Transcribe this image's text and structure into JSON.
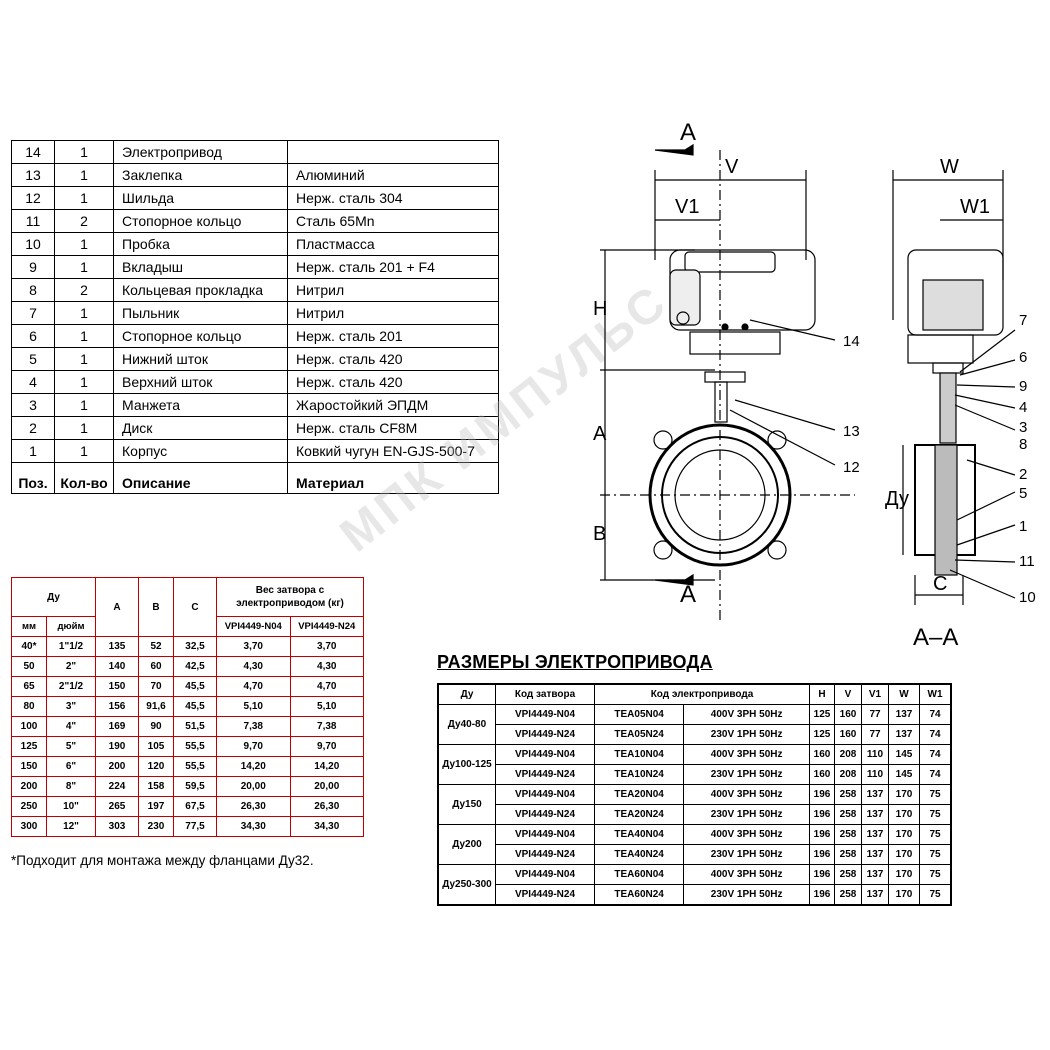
{
  "parts": {
    "rows": [
      {
        "pos": "14",
        "qty": "1",
        "desc": "Электропривод",
        "mat": ""
      },
      {
        "pos": "13",
        "qty": "1",
        "desc": "Заклепка",
        "mat": "Алюминий"
      },
      {
        "pos": "12",
        "qty": "1",
        "desc": "Шильда",
        "mat": "Нерж. сталь 304"
      },
      {
        "pos": "11",
        "qty": "2",
        "desc": "Стопорное кольцо",
        "mat": "Сталь 65Mn"
      },
      {
        "pos": "10",
        "qty": "1",
        "desc": "Пробка",
        "mat": "Пластмасса"
      },
      {
        "pos": "9",
        "qty": "1",
        "desc": "Вкладыш",
        "mat": "Нерж. сталь 201 + F4"
      },
      {
        "pos": "8",
        "qty": "2",
        "desc": "Кольцевая прокладка",
        "mat": "Нитрил"
      },
      {
        "pos": "7",
        "qty": "1",
        "desc": "Пыльник",
        "mat": "Нитрил"
      },
      {
        "pos": "6",
        "qty": "1",
        "desc": "Стопорное кольцо",
        "mat": "Нерж. сталь 201"
      },
      {
        "pos": "5",
        "qty": "1",
        "desc": "Нижний шток",
        "mat": "Нерж. сталь 420"
      },
      {
        "pos": "4",
        "qty": "1",
        "desc": "Верхний шток",
        "mat": "Нерж. сталь 420"
      },
      {
        "pos": "3",
        "qty": "1",
        "desc": "Манжета",
        "mat": "Жаростойкий ЭПДМ"
      },
      {
        "pos": "2",
        "qty": "1",
        "desc": "Диск",
        "mat": "Нерж. сталь CF8M"
      },
      {
        "pos": "1",
        "qty": "1",
        "desc": "Корпус",
        "mat": "Ковкий чугун EN-GJS-500-7"
      }
    ],
    "header": {
      "pos": "Поз.",
      "qty": "Кол-во",
      "desc": "Описание",
      "mat": "Материал"
    }
  },
  "dims": {
    "h_dn": "Ду",
    "h_a": "A",
    "h_b": "B",
    "h_c": "C",
    "h_weight": "Вес затвора с электроприводом (кг)",
    "h_mm": "мм",
    "h_inch": "дюйм",
    "h_n04": "VPI4449-N04",
    "h_n24": "VPI4449-N24",
    "rows": [
      {
        "mm": "40*",
        "inch": "1\"1/2",
        "a": "135",
        "b": "52",
        "c": "32,5",
        "w1": "3,70",
        "w2": "3,70"
      },
      {
        "mm": "50",
        "inch": "2\"",
        "a": "140",
        "b": "60",
        "c": "42,5",
        "w1": "4,30",
        "w2": "4,30"
      },
      {
        "mm": "65",
        "inch": "2\"1/2",
        "a": "150",
        "b": "70",
        "c": "45,5",
        "w1": "4,70",
        "w2": "4,70"
      },
      {
        "mm": "80",
        "inch": "3\"",
        "a": "156",
        "b": "91,6",
        "c": "45,5",
        "w1": "5,10",
        "w2": "5,10"
      },
      {
        "mm": "100",
        "inch": "4\"",
        "a": "169",
        "b": "90",
        "c": "51,5",
        "w1": "7,38",
        "w2": "7,38"
      },
      {
        "mm": "125",
        "inch": "5\"",
        "a": "190",
        "b": "105",
        "c": "55,5",
        "w1": "9,70",
        "w2": "9,70"
      },
      {
        "mm": "150",
        "inch": "6\"",
        "a": "200",
        "b": "120",
        "c": "55,5",
        "w1": "14,20",
        "w2": "14,20"
      },
      {
        "mm": "200",
        "inch": "8\"",
        "a": "224",
        "b": "158",
        "c": "59,5",
        "w1": "20,00",
        "w2": "20,00"
      },
      {
        "mm": "250",
        "inch": "10\"",
        "a": "265",
        "b": "197",
        "c": "67,5",
        "w1": "26,30",
        "w2": "26,30"
      },
      {
        "mm": "300",
        "inch": "12\"",
        "a": "303",
        "b": "230",
        "c": "77,5",
        "w1": "34,30",
        "w2": "34,30"
      }
    ],
    "footnote": "*Подходит для монтажа между фланцами Ду32."
  },
  "actuator": {
    "title": "РАЗМЕРЫ ЭЛЕКТРОПРИВОДА",
    "headers": {
      "dn": "Ду",
      "valve": "Код затвора",
      "act": "Код электропривода",
      "h": "H",
      "v": "V",
      "v1": "V1",
      "w": "W",
      "w1": "W1"
    },
    "groups": [
      {
        "dn": "Ду40-80",
        "rows": [
          {
            "valve": "VPI4449-N04",
            "code": "TEA05N04",
            "power": "400V 3PH 50Hz",
            "h": "125",
            "v": "160",
            "v1": "77",
            "w": "137",
            "w1": "74"
          },
          {
            "valve": "VPI4449-N24",
            "code": "TEA05N24",
            "power": "230V 1PH 50Hz",
            "h": "125",
            "v": "160",
            "v1": "77",
            "w": "137",
            "w1": "74"
          }
        ]
      },
      {
        "dn": "Ду100-125",
        "rows": [
          {
            "valve": "VPI4449-N04",
            "code": "TEA10N04",
            "power": "400V 3PH 50Hz",
            "h": "160",
            "v": "208",
            "v1": "110",
            "w": "145",
            "w1": "74"
          },
          {
            "valve": "VPI4449-N24",
            "code": "TEA10N24",
            "power": "230V 1PH 50Hz",
            "h": "160",
            "v": "208",
            "v1": "110",
            "w": "145",
            "w1": "74"
          }
        ]
      },
      {
        "dn": "Ду150",
        "rows": [
          {
            "valve": "VPI4449-N04",
            "code": "TEA20N04",
            "power": "400V 3PH 50Hz",
            "h": "196",
            "v": "258",
            "v1": "137",
            "w": "170",
            "w1": "75"
          },
          {
            "valve": "VPI4449-N24",
            "code": "TEA20N24",
            "power": "230V 1PH 50Hz",
            "h": "196",
            "v": "258",
            "v1": "137",
            "w": "170",
            "w1": "75"
          }
        ]
      },
      {
        "dn": "Ду200",
        "rows": [
          {
            "valve": "VPI4449-N04",
            "code": "TEA40N04",
            "power": "400V 3PH 50Hz",
            "h": "196",
            "v": "258",
            "v1": "137",
            "w": "170",
            "w1": "75"
          },
          {
            "valve": "VPI4449-N24",
            "code": "TEA40N24",
            "power": "230V 1PH 50Hz",
            "h": "196",
            "v": "258",
            "v1": "137",
            "w": "170",
            "w1": "75"
          }
        ]
      },
      {
        "dn": "Ду250-300",
        "rows": [
          {
            "valve": "VPI4449-N04",
            "code": "TEA60N04",
            "power": "400V 3PH 50Hz",
            "h": "196",
            "v": "258",
            "v1": "137",
            "w": "170",
            "w1": "75"
          },
          {
            "valve": "VPI4449-N24",
            "code": "TEA60N24",
            "power": "230V 1PH 50Hz",
            "h": "196",
            "v": "258",
            "v1": "137",
            "w": "170",
            "w1": "75"
          }
        ]
      }
    ]
  },
  "drawing": {
    "section_mark": "A",
    "dim_v": "V",
    "dim_v1": "V1",
    "dim_w": "W",
    "dim_w1": "W1",
    "dim_h": "H",
    "dim_a": "A",
    "dim_b": "B",
    "dim_c": "C",
    "dim_dn": "Ду",
    "section_title": "A–A",
    "callouts": [
      "14",
      "13",
      "12",
      "7",
      "6",
      "9",
      "4",
      "3",
      "8",
      "2",
      "5",
      "1",
      "11",
      "10"
    ]
  },
  "watermark": "МПК ИМПУЛЬС"
}
